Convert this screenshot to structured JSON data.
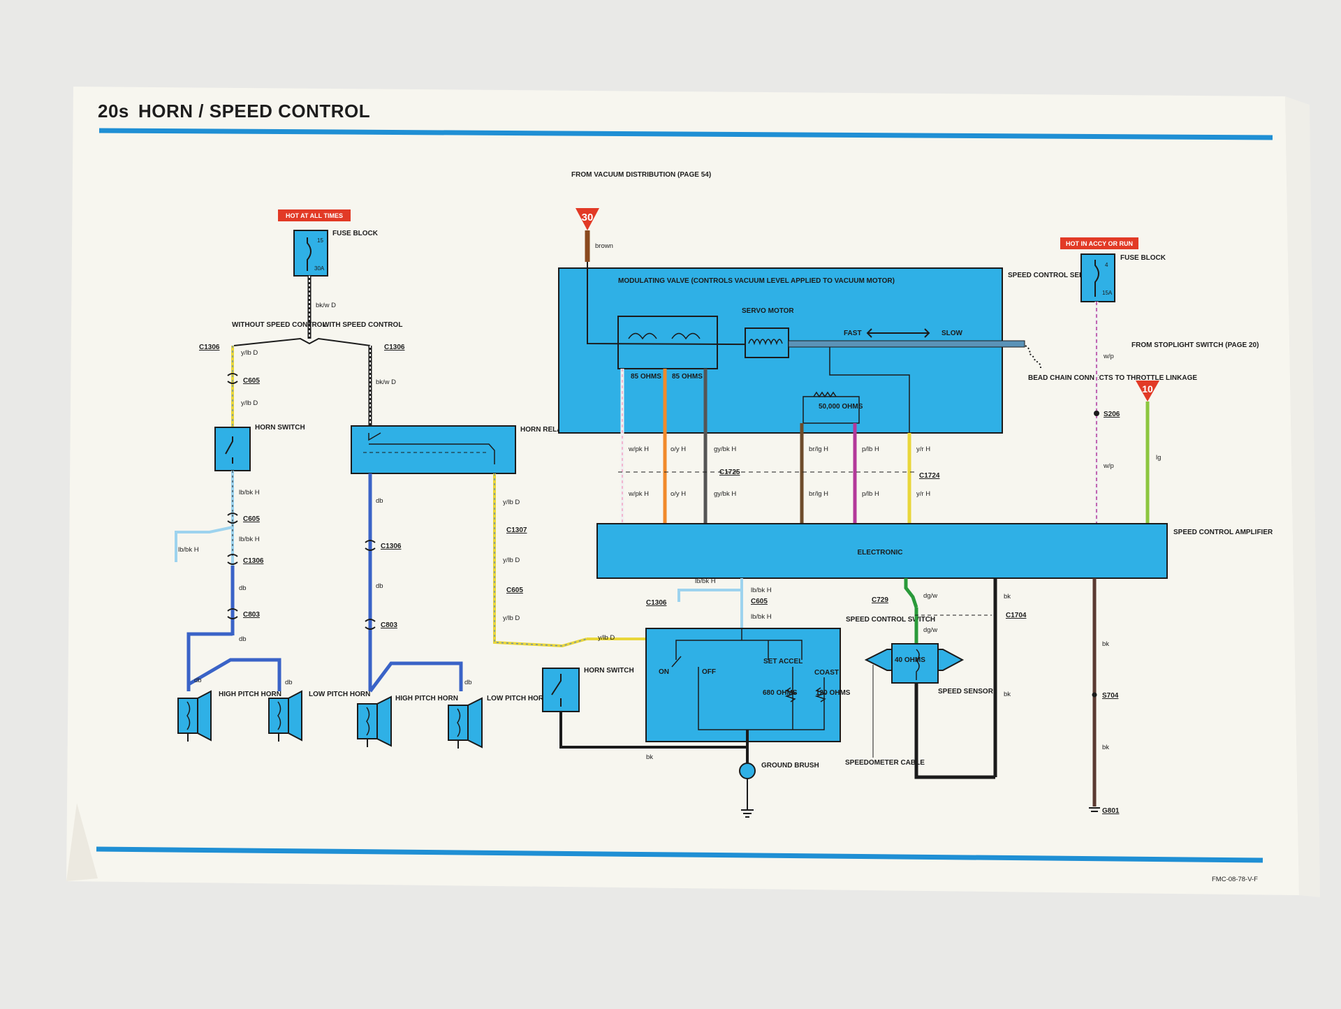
{
  "header": {
    "page": "20s",
    "title": "HORN / SPEED CONTROL"
  },
  "footer": {
    "code": "FMC-08-78-V-F"
  },
  "badges": {
    "hot_all": "HOT AT ALL TIMES",
    "hot_run": "HOT IN ACCY OR RUN"
  },
  "fuse_left": {
    "label": "FUSE BLOCK",
    "num": "15",
    "amp": "30A"
  },
  "fuse_right": {
    "label": "FUSE BLOCK",
    "num": "4",
    "amp": "15A"
  },
  "left": {
    "without": "WITHOUT SPEED CONTROL",
    "with": "WITH SPEED CONTROL",
    "horn_switch": "HORN SWITCH",
    "horn_relay": "HORN RELAY",
    "high_horn": "HIGH PITCH HORN",
    "low_horn": "LOW PITCH HORN",
    "horn_switch_lower": "HORN SWITCH"
  },
  "wires": {
    "bk_w_d": "bk/w D",
    "y_lb_d": "y/lb D",
    "lb_bk_h": "lb/bk H",
    "db": "db",
    "brown": "brown",
    "w_pk_h": "w/pk H",
    "o_y_h": "o/y H",
    "gy_bk_h": "gy/bk H",
    "br_lg_h": "br/lg H",
    "p_lb_h": "p/lb H",
    "y_r_h": "y/r H",
    "w_p": "w/p",
    "lg": "lg",
    "dg_w": "dg/w",
    "bk": "bk"
  },
  "connectors": {
    "c1306": "C1306",
    "c605": "C605",
    "c803": "C803",
    "c1307": "C1307",
    "c1725": "C1725",
    "c1724": "C1724",
    "c729": "C729",
    "c1704": "C1704",
    "s206": "S206",
    "s704": "S704",
    "g801": "G801"
  },
  "vacuum": {
    "from": "FROM VACUUM DISTRIBUTION (PAGE 54)",
    "num": "30"
  },
  "servo": {
    "label": "SPEED CONTROL SERVO",
    "valve": "MODULATING VALVE (CONTROLS VACUUM LEVEL APPLIED TO VACUUM MOTOR)",
    "motor": "SERVO MOTOR",
    "fast": "FAST",
    "slow": "SLOW",
    "ohms85": "85 OHMS",
    "ohms50k": "50,000 OHMS",
    "bead": "BEAD CHAIN CONNECTS TO THROTTLE LINKAGE"
  },
  "stoplight": {
    "from": "FROM STOPLIGHT SWITCH (PAGE 20)",
    "num": "10"
  },
  "amplifier": {
    "label": "SPEED CONTROL AMPLIFIER",
    "box": "ELECTRONIC"
  },
  "control_switch": {
    "label": "SPEED CONTROL SWITCH",
    "on": "ON",
    "off": "OFF",
    "set_accel": "SET ACCEL",
    "coast": "COAST",
    "ohms680": "680 OHMS",
    "ohms120": "120 OHMS"
  },
  "ground": {
    "label": "GROUND BRUSH"
  },
  "sensor": {
    "label": "SPEED SENSOR",
    "ohms": "40 OHMS",
    "cable": "SPEEDOMETER CABLE"
  }
}
